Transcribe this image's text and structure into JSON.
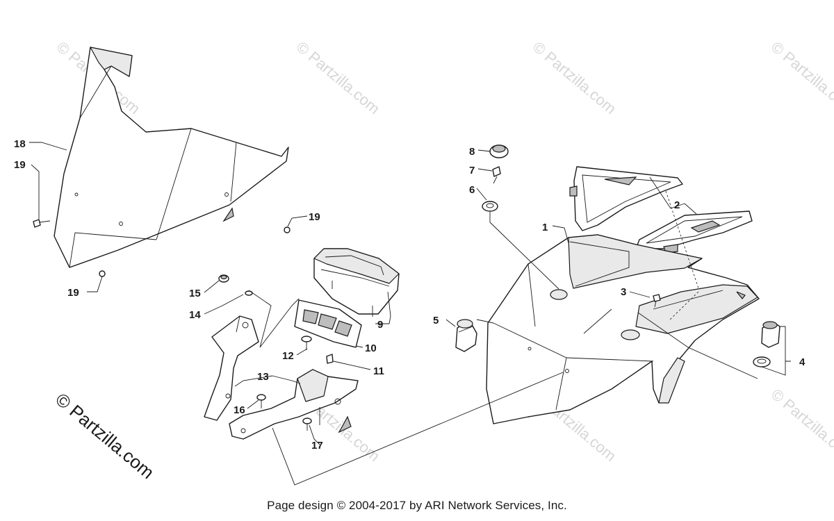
{
  "watermark": {
    "text": "© Partzilla.com",
    "corner_text": "© Partzilla.com"
  },
  "callouts": {
    "c1": "1",
    "c2": "2",
    "c3": "3",
    "c4": "4",
    "c5": "5",
    "c6": "6",
    "c7": "7",
    "c8": "8",
    "c9": "9",
    "c10": "10",
    "c11": "11",
    "c12": "12",
    "c13": "13",
    "c14": "14",
    "c15": "15",
    "c16": "16",
    "c17": "17",
    "c18": "18",
    "c19a": "19",
    "c19b": "19",
    "c19c": "19"
  },
  "footer": "Page design © 2004-2017 by ARI Network Services, Inc."
}
